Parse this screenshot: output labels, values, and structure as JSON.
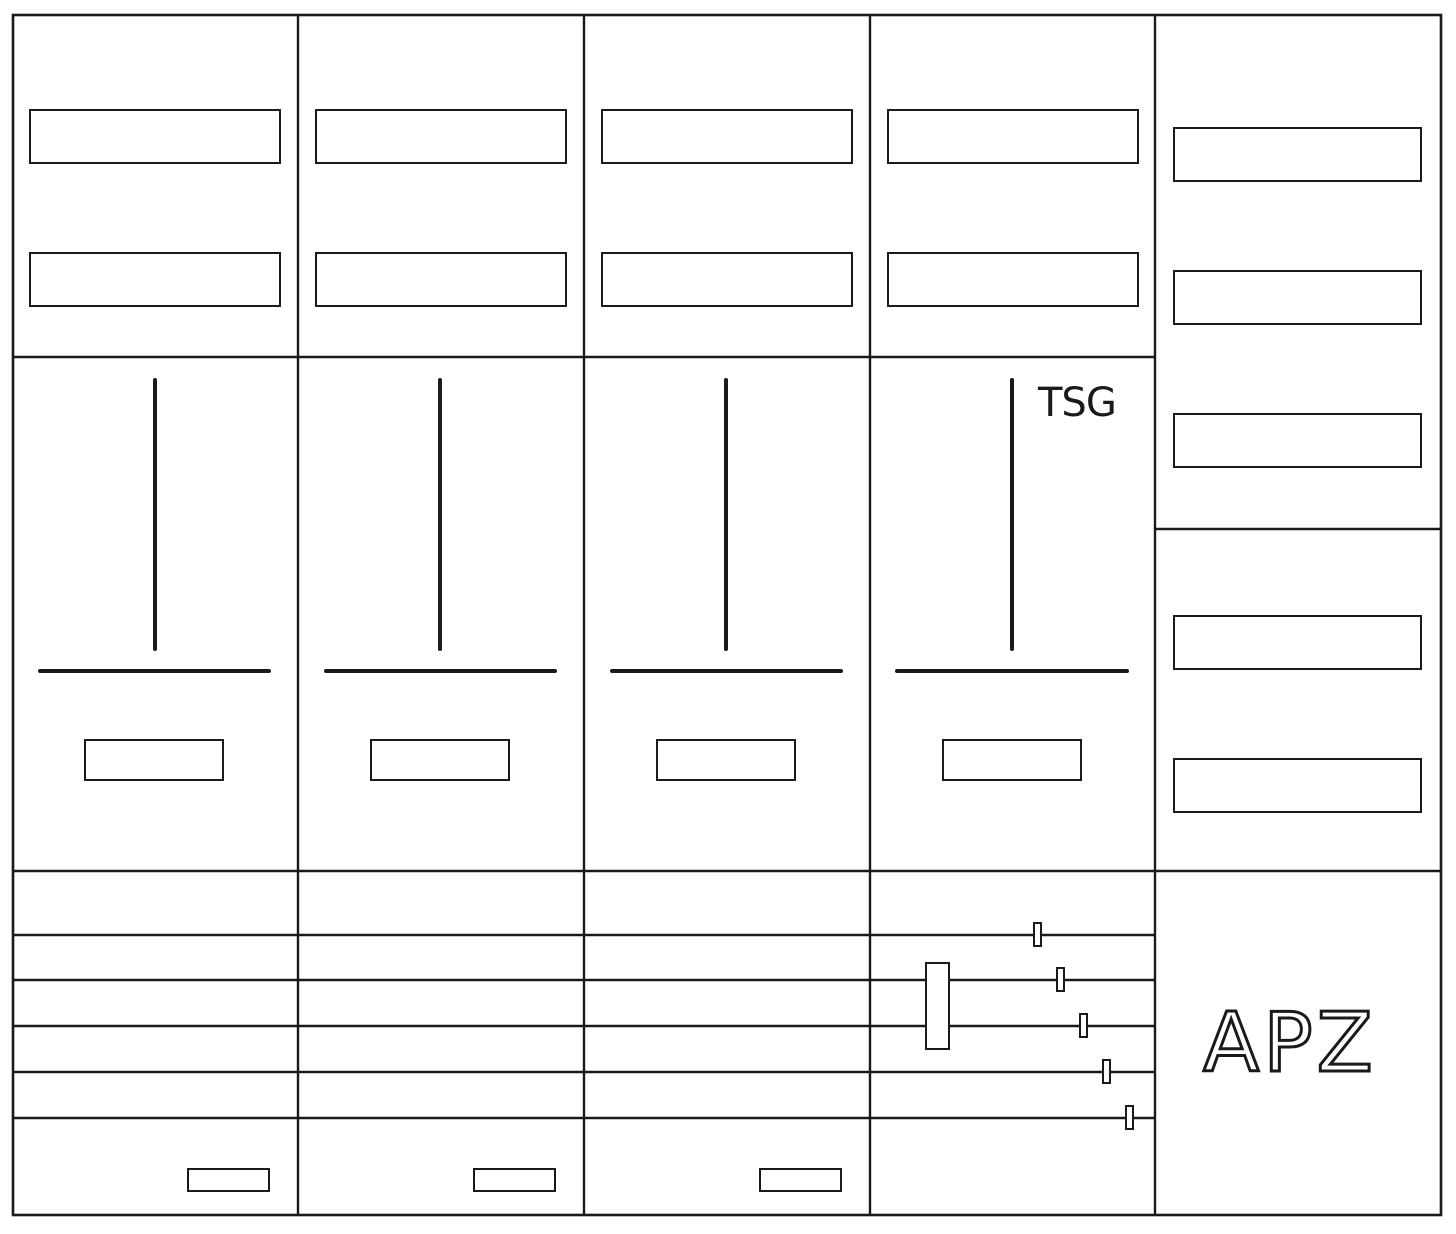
{
  "labels": {
    "tsg": "TSG",
    "apz": "APZ"
  },
  "structure": {
    "meter_columns": 4,
    "distribution_column": "right",
    "meter_columns_with_tsg": [
      4
    ],
    "lower_rail_rows": 5
  },
  "colors": {
    "line": "#1a1a1a",
    "background": "#ffffff"
  }
}
